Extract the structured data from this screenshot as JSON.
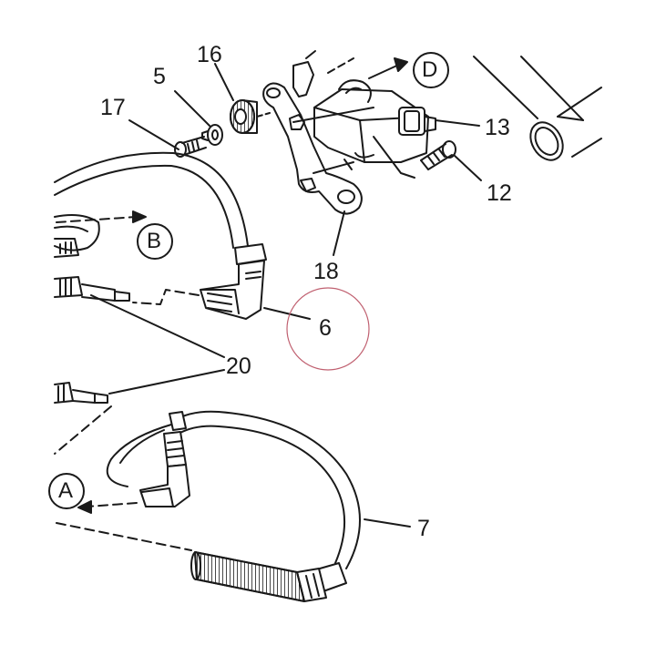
{
  "callouts": {
    "c5": "5",
    "c16": "16",
    "c17": "17",
    "c13": "13",
    "c12": "12",
    "c18": "18",
    "c6": "6",
    "c20": "20",
    "c7": "7"
  },
  "section_markers": {
    "a": "A",
    "b": "B",
    "d": "D"
  },
  "colors": {
    "line": "#1a1a1a",
    "highlight_circle": "#c06070"
  }
}
